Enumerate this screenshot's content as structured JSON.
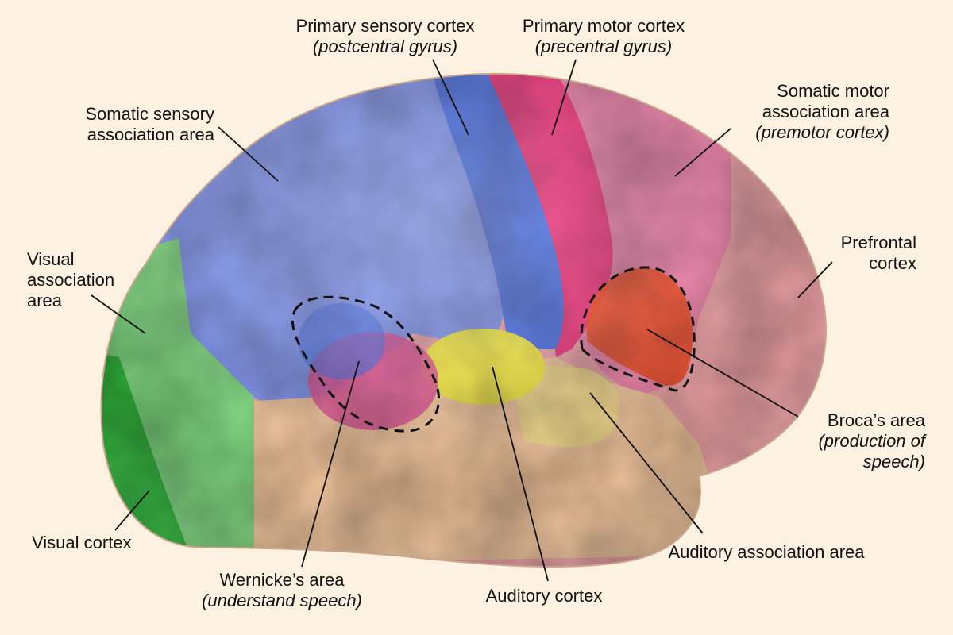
{
  "colors": {
    "background": "#fdf1e2",
    "primary_sensory": "#4a6fe8",
    "somatic_sensory_assoc": "#7f93ef",
    "primary_motor": "#f0327a",
    "somatic_motor_assoc": "#eb7fa6",
    "prefrontal": "#eea2a6",
    "visual_assoc": "#7ed77f",
    "visual_cortex": "#2fb43a",
    "auditory_cortex": "#f3ea3c",
    "auditory_assoc": "#f2d88a",
    "temporal": "#f2c59c",
    "wernicke": "#e04d94",
    "broca": "#f04a22"
  },
  "labels": {
    "primary_sensory": {
      "main": "Primary sensory cortex",
      "sub": "(postcentral gyrus)"
    },
    "primary_motor": {
      "main": "Primary motor cortex",
      "sub": "(precentral gyrus)"
    },
    "somatic_sensory_assoc": {
      "line1": "Somatic sensory",
      "line2": "association area"
    },
    "somatic_motor_assoc": {
      "line1": "Somatic motor",
      "line2": "association area",
      "sub": "(premotor cortex)"
    },
    "visual_assoc": {
      "line1": "Visual",
      "line2": "association",
      "line3": "area"
    },
    "prefrontal": {
      "line1": "Prefrontal",
      "line2": "cortex"
    },
    "broca": {
      "main": "Broca’s area",
      "sub1": "(production of",
      "sub2": "speech)"
    },
    "visual_cortex": {
      "main": "Visual cortex"
    },
    "wernicke": {
      "main": "Wernicke’s area",
      "sub": "(understand speech)"
    },
    "auditory_cortex": {
      "main": "Auditory cortex"
    },
    "auditory_assoc": {
      "main": "Auditory association area"
    }
  }
}
